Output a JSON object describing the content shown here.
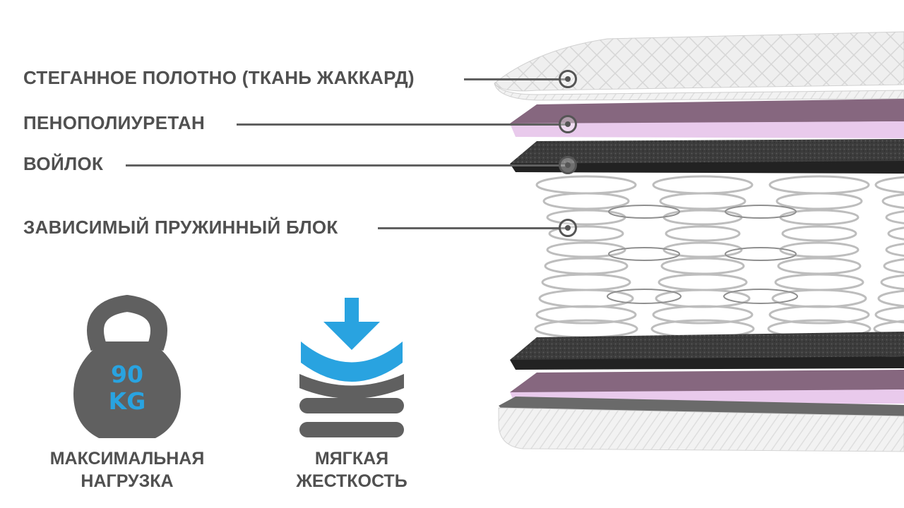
{
  "layers": [
    {
      "label": "СТЕГАННОЕ ПОЛОТНО (ТКАНЬ ЖАККАРД)"
    },
    {
      "label": "ПЕНОПОЛИУРЕТАН"
    },
    {
      "label": "ВОЙЛОК"
    },
    {
      "label": "ЗАВИСИМЫЙ ПРУЖИННЫЙ БЛОК"
    }
  ],
  "features": {
    "load": {
      "weight_number": "90",
      "weight_unit": "KG",
      "caption_line1": "МАКСИМАЛЬНАЯ",
      "caption_line2": "НАГРУЗКА"
    },
    "firmness": {
      "caption_line1": "МЯГКАЯ",
      "caption_line2": "ЖЕСТКОСТЬ"
    }
  },
  "colors": {
    "accent_blue": "#29a3e0",
    "icon_gray": "#606060",
    "foam_pink": "#e7c7ea",
    "felt_dark": "#3a3a3a"
  },
  "icons": [
    "kettlebell-icon",
    "soft-firmness-icon"
  ]
}
